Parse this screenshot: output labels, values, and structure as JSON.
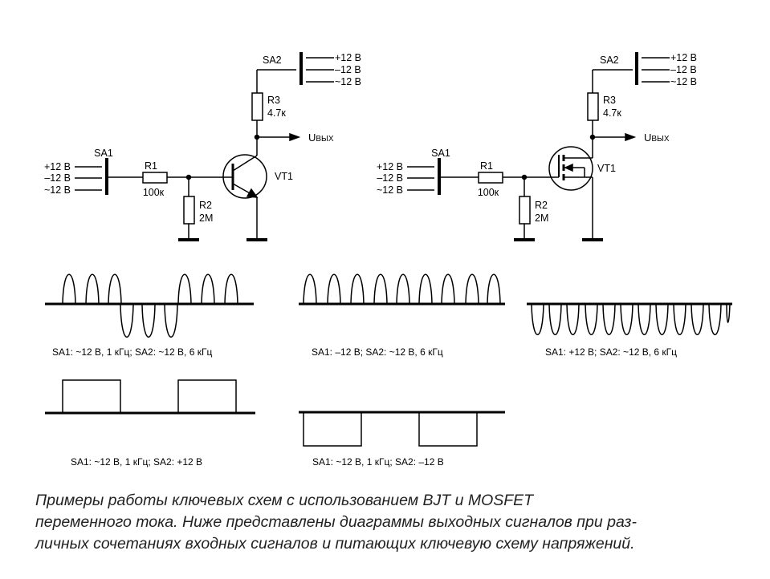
{
  "schematic_bjt": {
    "sa1": {
      "name": "SA1",
      "inputs": [
        "+12 В",
        "–12 В",
        "~12 В"
      ]
    },
    "r1": {
      "name": "R1",
      "value": "100к"
    },
    "r2": {
      "name": "R2",
      "value": "2M"
    },
    "r3": {
      "name": "R3",
      "value": "4.7к"
    },
    "sa2": {
      "name": "SA2",
      "inputs": [
        "+12 В",
        "–12 В",
        "~12 В"
      ]
    },
    "vt": "VT1",
    "out_main": "U",
    "out_sub": "ВЫХ"
  },
  "schematic_mosfet": {
    "sa1": {
      "name": "SA1",
      "inputs": [
        "+12 В",
        "–12 В",
        "~12 В"
      ]
    },
    "r1": {
      "name": "R1",
      "value": "100к"
    },
    "r2": {
      "name": "R2",
      "value": "2M"
    },
    "r3": {
      "name": "R3",
      "value": "4.7к"
    },
    "sa2": {
      "name": "SA2",
      "inputs": [
        "+12 В",
        "–12 В",
        "~12 В"
      ]
    },
    "vt": "VT1",
    "out_main": "U",
    "out_sub": "ВЫХ"
  },
  "waveforms": [
    {
      "caption": "SA1: ~12 В, 1 кГц; SA2: ~12 В, 6 кГц",
      "shape": "positive and negative pulse groups",
      "pulses": 6
    },
    {
      "caption": "SA1: –12 В; SA2: ~12 В, 6 кГц",
      "shape": "positive pulses",
      "pulses": 9
    },
    {
      "caption": "SA1: +12 В; SA2: ~12 В, 6 кГц",
      "shape": "negative pulses",
      "pulses": 12
    },
    {
      "caption": "SA1: ~12 В, 1 кГц; SA2: +12 В",
      "shape": "positive rectangular pulses",
      "pulses": 2
    },
    {
      "caption": "SA1: ~12 В, 1 кГц; SA2: –12 В",
      "shape": "negative rectangular pulses",
      "pulses": 2
    }
  ],
  "caption_lines": [
    "Примеры работы ключевых схем с использованием BJT и MOSFET",
    "переменного тока. Ниже представлены диаграммы выходных сигналов при раз-",
    "личных сочетаниях входных сигналов и питающих ключевую схему напряжений."
  ]
}
